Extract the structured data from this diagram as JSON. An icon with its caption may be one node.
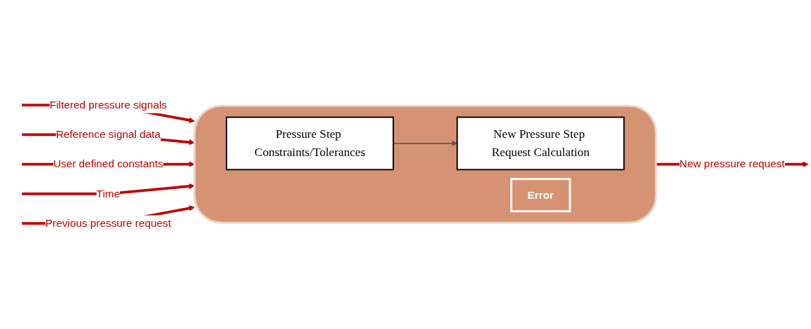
{
  "diagram": {
    "nodes": [
      {
        "text": [],
        "shape": "box"
      },
      {
        "text": [
          "Pressure Step Constraints/Tolerances"
        ],
        "in": 0
      },
      {
        "text": [
          "New Pressure Step Request Calculation"
        ],
        "in": 0
      },
      {
        "text": [
          "Error"
        ],
        "in": 0
      }
    ],
    "edges": [
      {
        "from": null,
        "to": 0,
        "arrow": "to",
        "label": "Filtered pressure signals"
      },
      {
        "from": null,
        "to": 0,
        "arrow": "to",
        "label": "Reference signal data"
      },
      {
        "from": null,
        "to": 0,
        "arrow": "to",
        "label": "User defined constants"
      },
      {
        "from": null,
        "to": 0,
        "arrow": "to",
        "label": "Time"
      },
      {
        "from": null,
        "to": 0,
        "arrow": "to",
        "label": "Previous pressure request"
      },
      {
        "from": 1,
        "to": 2,
        "arrow": "to",
        "color": "#595959"
      },
      {
        "from": 0,
        "to": null,
        "arrow": "to",
        "label": "New pressure request"
      }
    ]
  }
}
